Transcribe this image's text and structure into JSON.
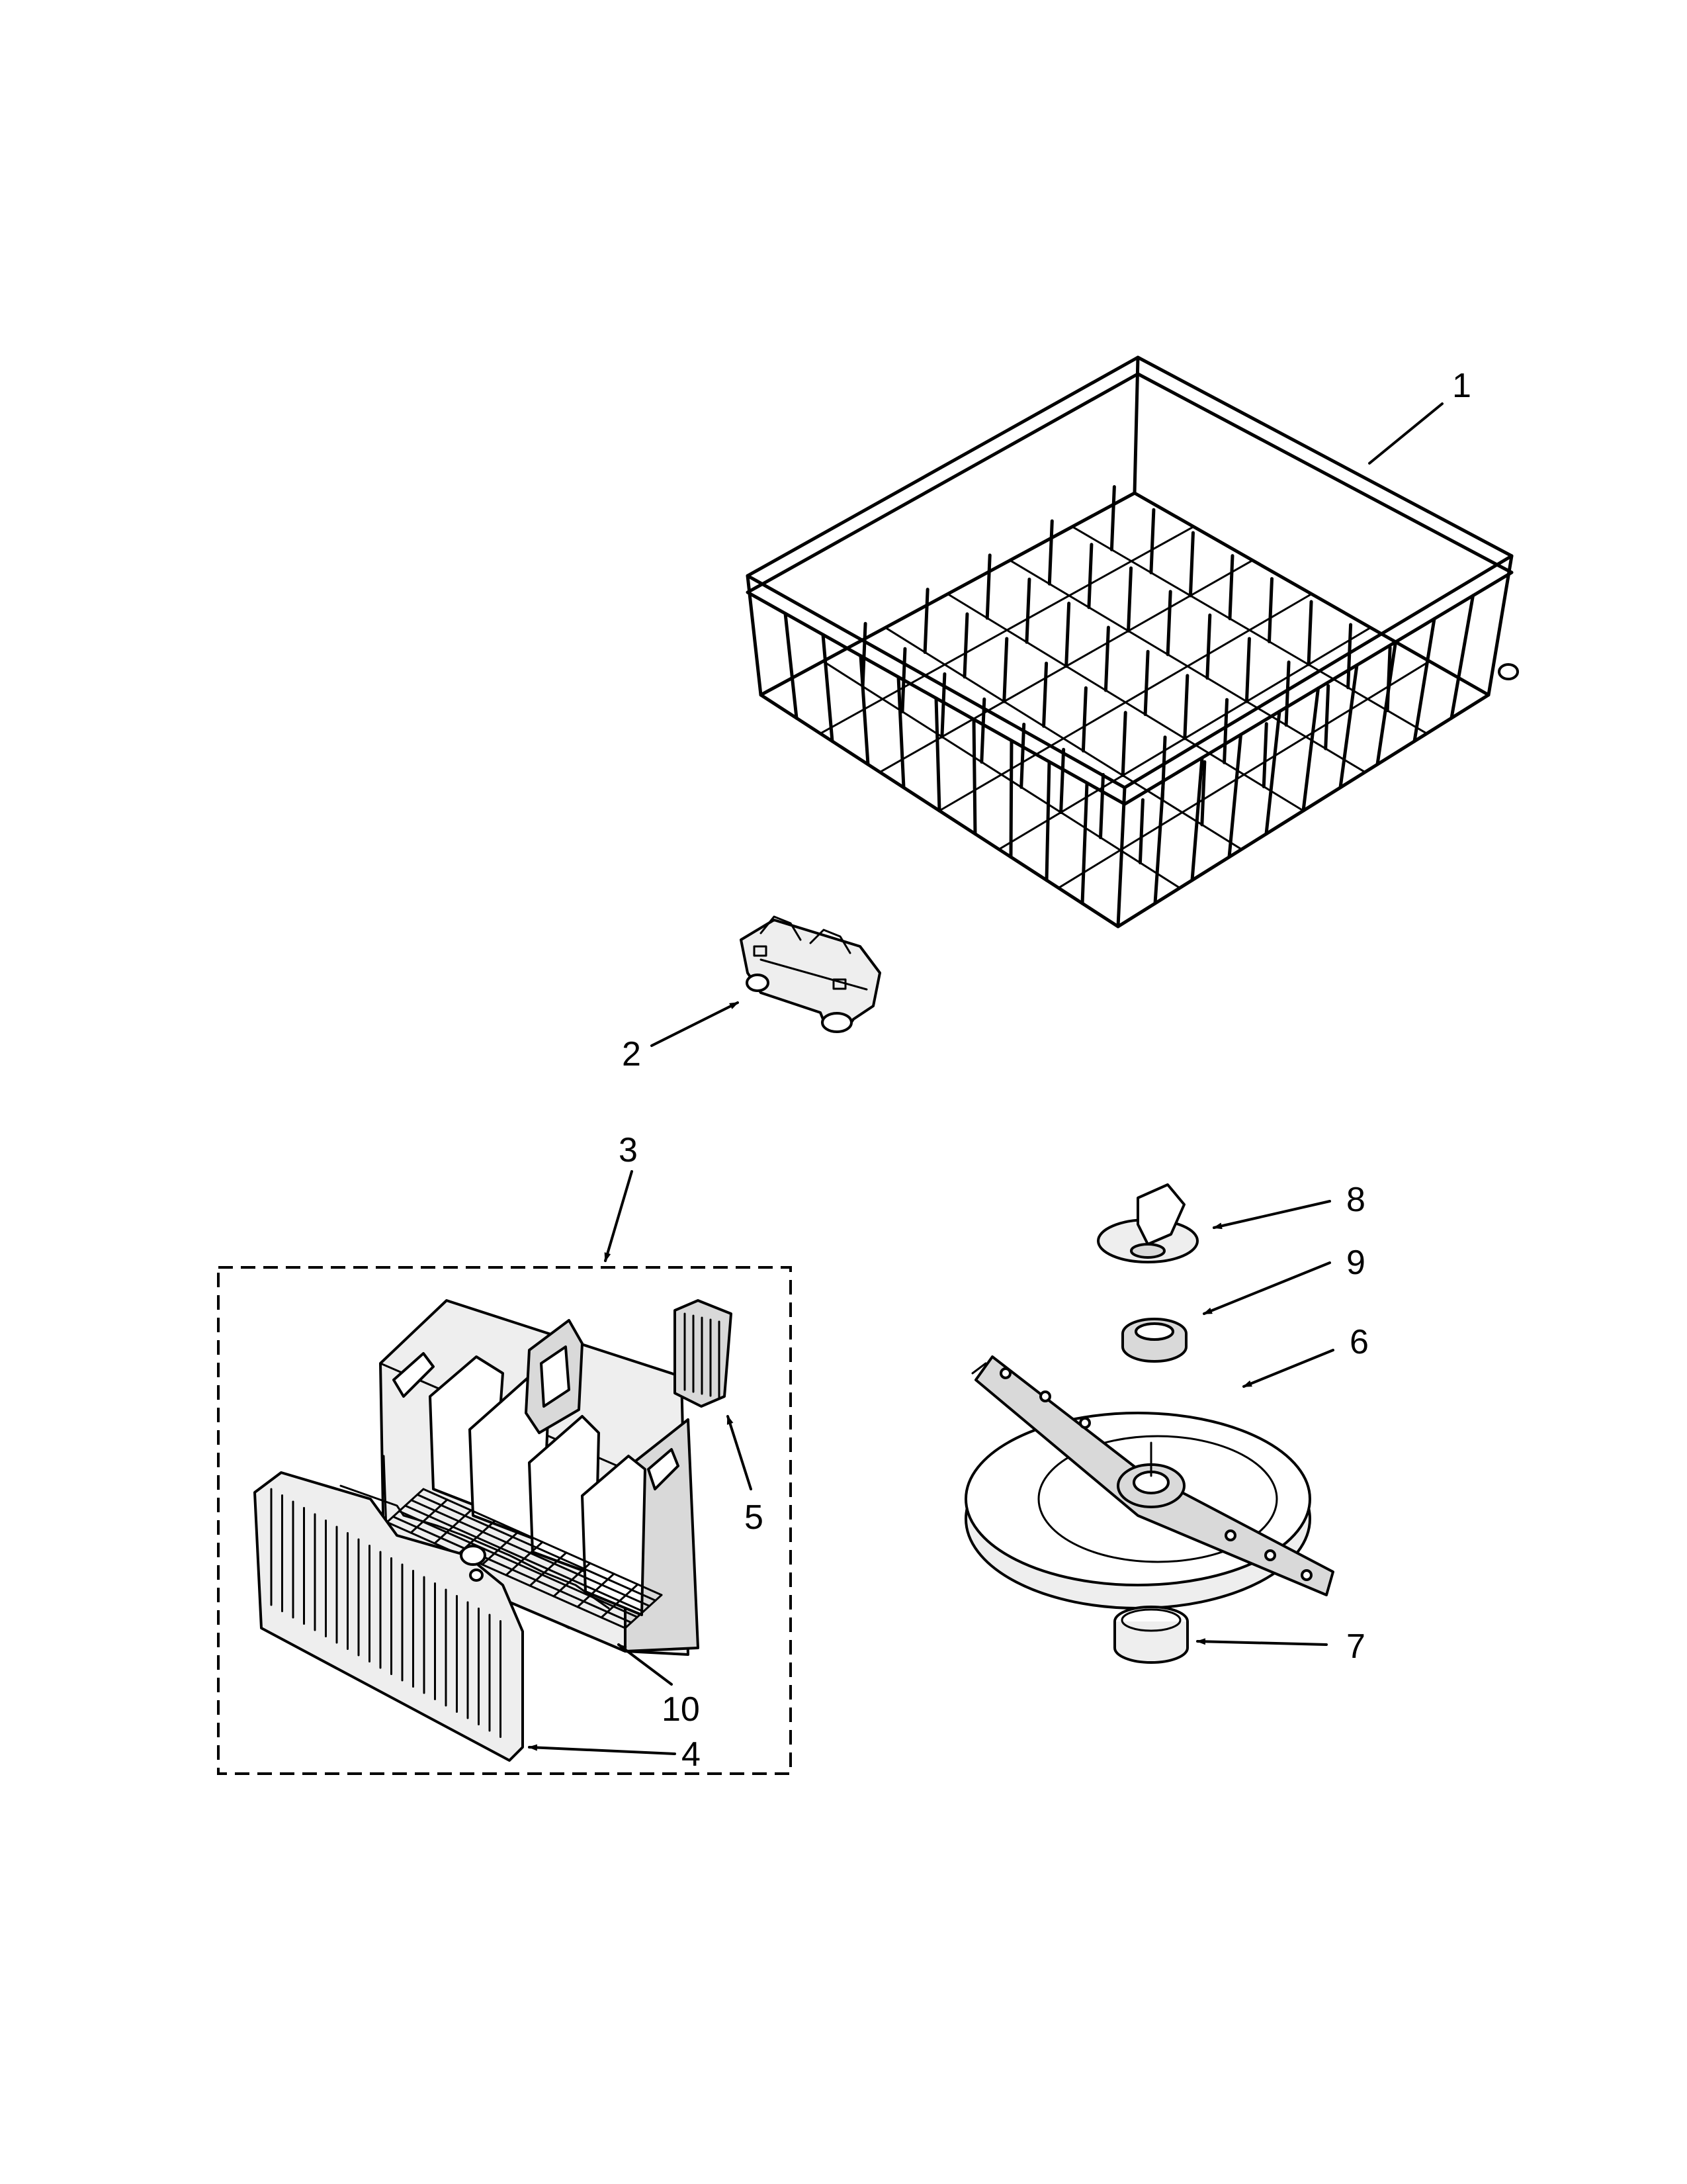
{
  "diagram": {
    "callouts": [
      {
        "id": "1",
        "label": "1"
      },
      {
        "id": "2",
        "label": "2"
      },
      {
        "id": "3",
        "label": "3"
      },
      {
        "id": "4",
        "label": "4"
      },
      {
        "id": "5",
        "label": "5"
      },
      {
        "id": "6",
        "label": "6"
      },
      {
        "id": "7",
        "label": "7"
      },
      {
        "id": "8",
        "label": "8"
      },
      {
        "id": "9",
        "label": "9"
      },
      {
        "id": "10",
        "label": "10"
      }
    ],
    "colors": {
      "ink": "#000000",
      "paper": "#ffffff",
      "part_fill": "#d9d9d9"
    }
  }
}
